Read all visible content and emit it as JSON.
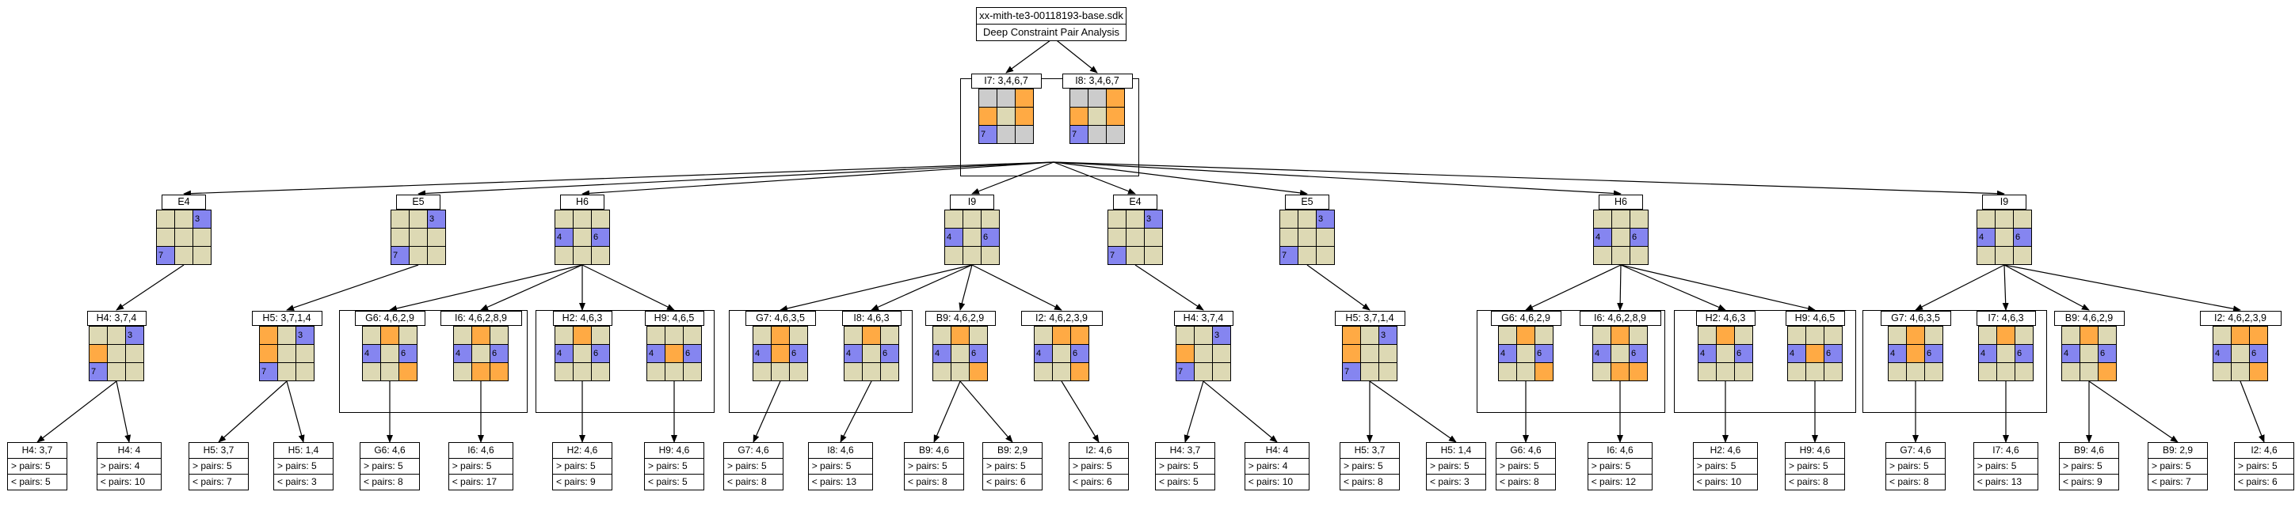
{
  "header": {
    "line1": "xx-mith-te3-00118193-base.sdk",
    "line2": "Deep Constraint Pair Analysis"
  },
  "colors": {
    "empty": "#ddd9b4",
    "blue": "#8585f0",
    "orange": "#ffaa44",
    "gray": "#cccccc"
  },
  "level1": [
    {
      "label": "I7: 3,4,6,7",
      "cells": [
        "g",
        "g",
        "o",
        "o",
        "",
        "o",
        "b:7",
        "g",
        "g"
      ]
    },
    {
      "label": "I8: 3,4,6,7",
      "cells": [
        "g",
        "g",
        "o",
        "o",
        "",
        "o",
        "b:7",
        "g",
        "g"
      ]
    }
  ],
  "level2": [
    {
      "label": "E4",
      "cells": [
        "",
        "",
        "b:3",
        "",
        "",
        "",
        "b:7",
        "",
        ""
      ]
    },
    {
      "label": "E5",
      "cells": [
        "",
        "",
        "b:3",
        "",
        "",
        "",
        "b:7",
        "",
        ""
      ]
    },
    {
      "label": "H6",
      "cells": [
        "",
        "",
        "",
        "b:4",
        "",
        "b:6",
        "",
        "",
        ""
      ]
    },
    {
      "label": "I9",
      "cells": [
        "",
        "",
        "",
        "b:4",
        "",
        "b:6",
        "",
        "",
        ""
      ]
    },
    {
      "label": "E4",
      "cells": [
        "",
        "",
        "b:3",
        "",
        "",
        "",
        "b:7",
        "",
        ""
      ]
    },
    {
      "label": "E5",
      "cells": [
        "",
        "",
        "b:3",
        "",
        "",
        "",
        "b:7",
        "",
        ""
      ]
    },
    {
      "label": "H6",
      "cells": [
        "",
        "",
        "",
        "b:4",
        "",
        "b:6",
        "",
        "",
        ""
      ]
    },
    {
      "label": "I9",
      "cells": [
        "",
        "",
        "",
        "b:4",
        "",
        "b:6",
        "",
        "",
        ""
      ]
    }
  ],
  "level3": [
    {
      "label": "H4: 3,7,4",
      "cells": [
        "",
        "",
        "b:3",
        "o",
        "",
        "",
        "b:7",
        "",
        ""
      ]
    },
    {
      "label": "H5: 3,7,1,4",
      "cells": [
        "o",
        "",
        "b:3",
        "o",
        "",
        "",
        "b:7",
        "",
        ""
      ]
    },
    {
      "label": "G6: 4,6,2,9",
      "cells": [
        "",
        "o",
        "",
        "b:4",
        "",
        "b:6",
        "",
        "",
        "o"
      ]
    },
    {
      "label": "I6: 4,6,2,8,9",
      "cells": [
        "",
        "o",
        "",
        "b:4",
        "",
        "b:6",
        "",
        "o",
        "o"
      ]
    },
    {
      "label": "H2: 4,6,3",
      "cells": [
        "",
        "o",
        "",
        "b:4",
        "",
        "b:6",
        "",
        "",
        ""
      ]
    },
    {
      "label": "H9: 4,6,5",
      "cells": [
        "",
        "",
        "",
        "b:4",
        "o",
        "b:6",
        "",
        "",
        ""
      ]
    },
    {
      "label": "G7: 4,6,3,5",
      "cells": [
        "",
        "o",
        "",
        "b:4",
        "o",
        "b:6",
        "",
        "",
        ""
      ]
    },
    {
      "label": "I8: 4,6,3",
      "cells": [
        "",
        "o",
        "",
        "b:4",
        "",
        "b:6",
        "",
        "",
        ""
      ]
    },
    {
      "label": "B9: 4,6,2,9",
      "cells": [
        "",
        "o",
        "",
        "b:4",
        "",
        "b:6",
        "",
        "",
        "o"
      ]
    },
    {
      "label": "I2: 4,6,2,3,9",
      "cells": [
        "",
        "o",
        "o",
        "b:4",
        "",
        "b:6",
        "",
        "",
        "o"
      ]
    },
    {
      "label": "H4: 3,7,4",
      "cells": [
        "",
        "",
        "b:3",
        "o",
        "",
        "",
        "b:7",
        "",
        ""
      ]
    },
    {
      "label": "H5: 3,7,1,4",
      "cells": [
        "o",
        "",
        "b:3",
        "o",
        "",
        "",
        "b:7",
        "",
        ""
      ]
    },
    {
      "label": "G6: 4,6,2,9",
      "cells": [
        "",
        "o",
        "",
        "b:4",
        "",
        "b:6",
        "",
        "",
        "o"
      ]
    },
    {
      "label": "I6: 4,6,2,8,9",
      "cells": [
        "",
        "o",
        "",
        "b:4",
        "",
        "b:6",
        "",
        "o",
        "o"
      ]
    },
    {
      "label": "H2: 4,6,3",
      "cells": [
        "",
        "o",
        "",
        "b:4",
        "",
        "b:6",
        "",
        "",
        ""
      ]
    },
    {
      "label": "H9: 4,6,5",
      "cells": [
        "",
        "",
        "",
        "b:4",
        "o",
        "b:6",
        "",
        "",
        ""
      ]
    },
    {
      "label": "G7: 4,6,3,5",
      "cells": [
        "",
        "o",
        "",
        "b:4",
        "o",
        "b:6",
        "",
        "",
        ""
      ]
    },
    {
      "label": "I7: 4,6,3",
      "cells": [
        "",
        "o",
        "",
        "b:4",
        "",
        "b:6",
        "",
        "",
        ""
      ]
    },
    {
      "label": "B9: 4,6,2,9",
      "cells": [
        "",
        "o",
        "",
        "b:4",
        "",
        "b:6",
        "",
        "",
        "o"
      ]
    },
    {
      "label": "I2: 4,6,2,3,9",
      "cells": [
        "",
        "o",
        "o",
        "b:4",
        "",
        "b:6",
        "",
        "",
        "o"
      ]
    }
  ],
  "leaves": [
    {
      "title": "H4: 3,7",
      "gt": "> pairs: 5",
      "lt": "< pairs: 5"
    },
    {
      "title": "H4: 4",
      "gt": "> pairs: 4",
      "lt": "< pairs: 10"
    },
    {
      "title": "H5: 3,7",
      "gt": "> pairs: 5",
      "lt": "< pairs: 7"
    },
    {
      "title": "H5: 1,4",
      "gt": "> pairs: 5",
      "lt": "< pairs: 3"
    },
    {
      "title": "G6: 4,6",
      "gt": "> pairs: 5",
      "lt": "< pairs: 8"
    },
    {
      "title": "I6: 4,6",
      "gt": "> pairs: 5",
      "lt": "< pairs: 17"
    },
    {
      "title": "H2: 4,6",
      "gt": "> pairs: 5",
      "lt": "< pairs: 9"
    },
    {
      "title": "H9: 4,6",
      "gt": "> pairs: 5",
      "lt": "< pairs: 5"
    },
    {
      "title": "G7: 4,6",
      "gt": "> pairs: 5",
      "lt": "< pairs: 8"
    },
    {
      "title": "I8: 4,6",
      "gt": "> pairs: 5",
      "lt": "< pairs: 13"
    },
    {
      "title": "B9: 4,6",
      "gt": "> pairs: 5",
      "lt": "< pairs: 8"
    },
    {
      "title": "B9: 2,9",
      "gt": "> pairs: 5",
      "lt": "< pairs: 6"
    },
    {
      "title": "I2: 4,6",
      "gt": "> pairs: 5",
      "lt": "< pairs: 6"
    },
    {
      "title": "H4: 3,7",
      "gt": "> pairs: 5",
      "lt": "< pairs: 5"
    },
    {
      "title": "H4: 4",
      "gt": "> pairs: 4",
      "lt": "< pairs: 10"
    },
    {
      "title": "H5: 3,7",
      "gt": "> pairs: 5",
      "lt": "< pairs: 8"
    },
    {
      "title": "H5: 1,4",
      "gt": "> pairs: 5",
      "lt": "< pairs: 3"
    },
    {
      "title": "G6: 4,6",
      "gt": "> pairs: 5",
      "lt": "< pairs: 8"
    },
    {
      "title": "I6: 4,6",
      "gt": "> pairs: 5",
      "lt": "< pairs: 12"
    },
    {
      "title": "H2: 4,6",
      "gt": "> pairs: 5",
      "lt": "< pairs: 10"
    },
    {
      "title": "H9: 4,6",
      "gt": "> pairs: 5",
      "lt": "< pairs: 8"
    },
    {
      "title": "G7: 4,6",
      "gt": "> pairs: 5",
      "lt": "< pairs: 8"
    },
    {
      "title": "I7: 4,6",
      "gt": "> pairs: 5",
      "lt": "< pairs: 13"
    },
    {
      "title": "B9: 4,6",
      "gt": "> pairs: 5",
      "lt": "< pairs: 9"
    },
    {
      "title": "B9: 2,9",
      "gt": "> pairs: 5",
      "lt": "< pairs: 7"
    },
    {
      "title": "I2: 4,6",
      "gt": "> pairs: 5",
      "lt": "< pairs: 6"
    }
  ]
}
